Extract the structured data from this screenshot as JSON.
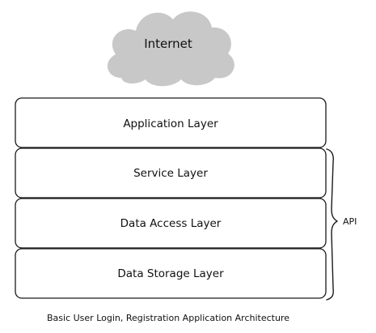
{
  "cloud": {
    "label": "Internet",
    "color": "#c8c8c8"
  },
  "layers": [
    {
      "label": "Application Layer"
    },
    {
      "label": "Service Layer"
    },
    {
      "label": "Data Access Layer"
    },
    {
      "label": "Data Storage Layer"
    }
  ],
  "api_brace": {
    "label": "API"
  },
  "caption": "Basic User Login, Registration Application Architecture"
}
